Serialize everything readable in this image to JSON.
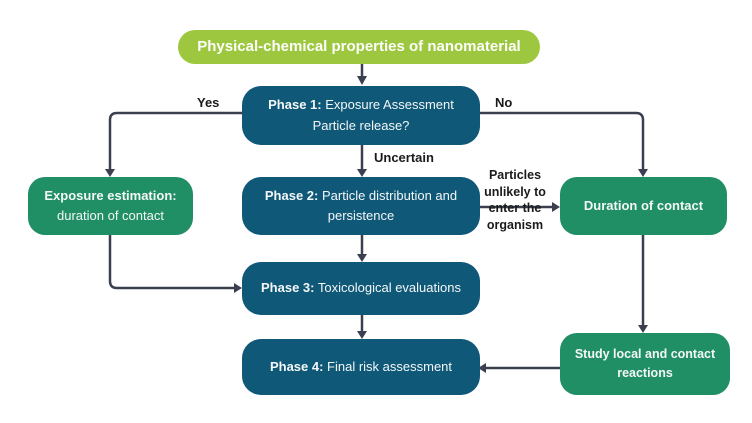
{
  "colors": {
    "lime": "#9dc73f",
    "teal": "#0f5878",
    "green": "#218f65",
    "line": "#3a4050",
    "label": "#1b1b1b",
    "nodetext": "#f4f7f8"
  },
  "title": {
    "text": "Physical-chemical properties of nanomaterial"
  },
  "nodes": {
    "phase1": {
      "prefix": "Phase 1:",
      "rest": " Exposure Assessment",
      "line2": "Particle release?"
    },
    "phase2": {
      "prefix": "Phase 2:",
      "rest": " Particle distribution and",
      "line2": "persistence"
    },
    "phase3": {
      "prefix": "Phase 3:",
      "rest": " Toxicological evaluations"
    },
    "phase4": {
      "prefix": "Phase 4:",
      "rest": " Final risk assessment"
    },
    "exposure_estimation": {
      "line1": "Exposure estimation:",
      "line2": "duration of contact"
    },
    "duration_of_contact": {
      "text": "Duration of contact"
    },
    "study_local": {
      "line1": "Study local and contact",
      "line2": "reactions"
    }
  },
  "edge_labels": {
    "yes": "Yes",
    "no": "No",
    "uncertain": "Uncertain",
    "particles": [
      "Particles",
      "unlikely to",
      "enter the",
      "organism"
    ]
  }
}
